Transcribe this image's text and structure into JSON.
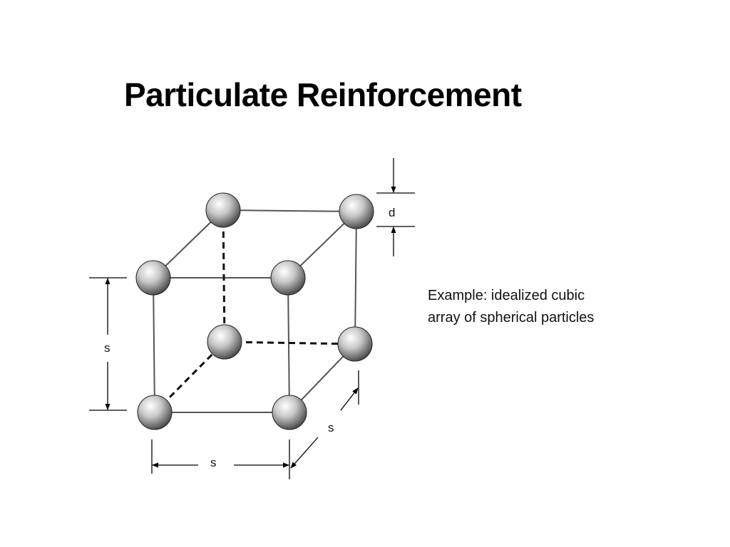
{
  "slide": {
    "title": "Particulate Reinforcement",
    "caption": {
      "line1": "Example: idealized cubic",
      "line2": "array of spherical particles"
    }
  },
  "diagram": {
    "labels": {
      "particle_diameter": "d",
      "spacing_vertical": "s",
      "spacing_horizontal": "s",
      "spacing_depth": "s"
    },
    "colors": {
      "edge": "#555555",
      "hidden_edge": "#111111",
      "dimension": "#000000",
      "sphere_highlight": "#ffffff",
      "sphere_mid": "#c8c8c8",
      "sphere_shadow": "#4a4a4a"
    }
  }
}
